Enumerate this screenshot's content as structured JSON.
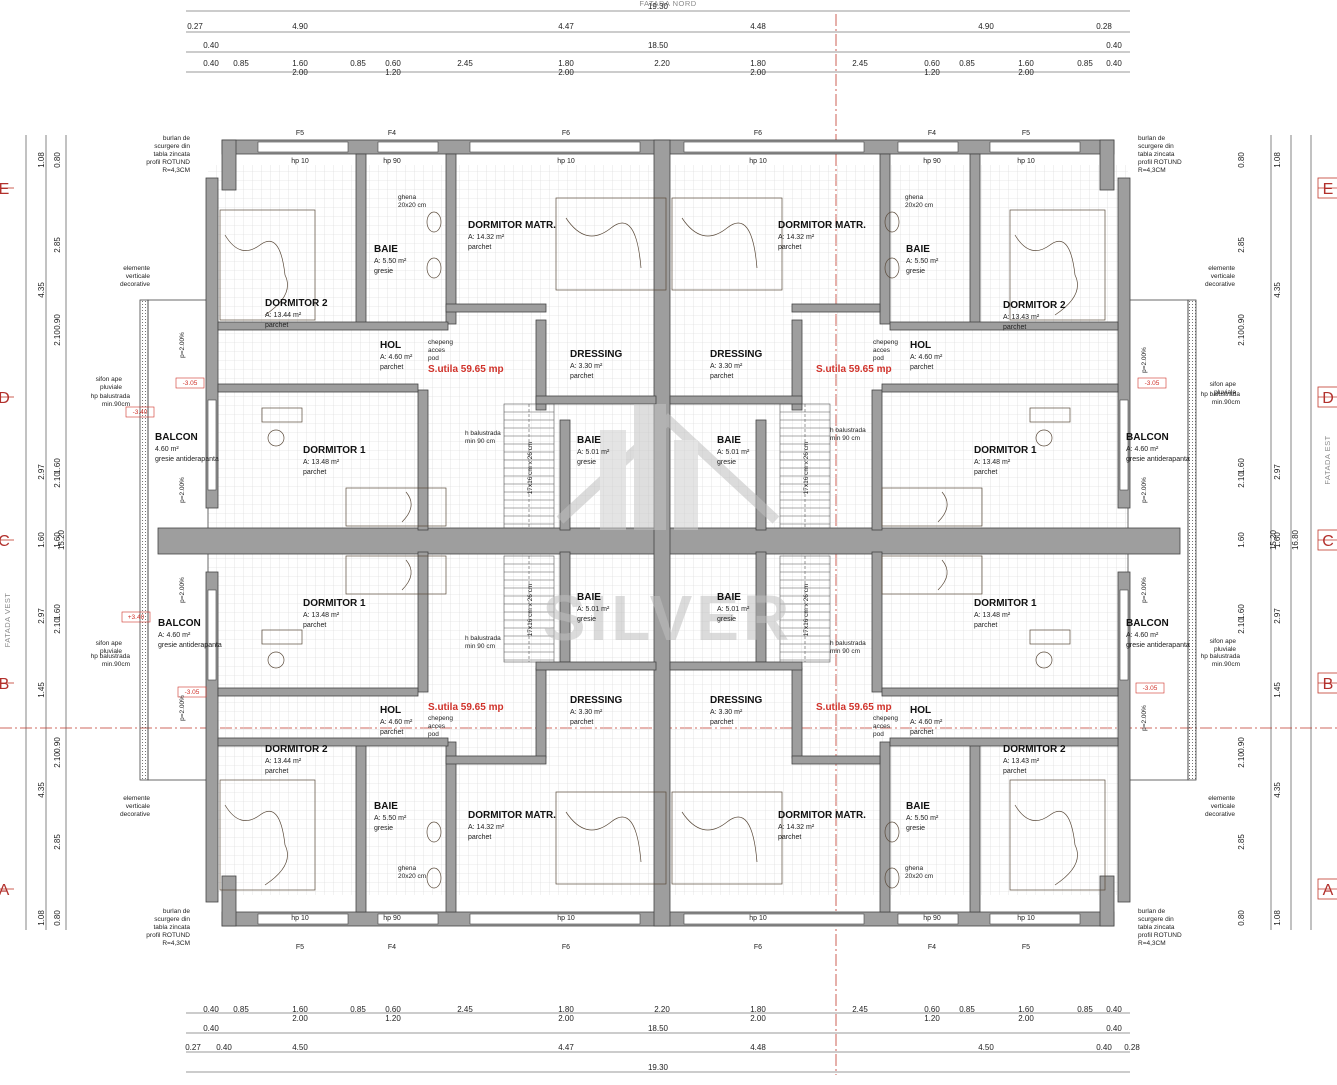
{
  "facades": {
    "north": "FATADA NORD",
    "east": "FATADA EST",
    "west": "FATADA VEST"
  },
  "axes": [
    "E",
    "D",
    "C",
    "B",
    "A"
  ],
  "dims_top": {
    "total": "19.30",
    "row1": [
      "0.27",
      "4.90",
      "4.47",
      "4.48",
      "4.90",
      "0.28"
    ],
    "row2": [
      "0.40",
      "18.50",
      "0.40"
    ],
    "row3a": [
      "0.40",
      "0.85",
      "1.60",
      "0.85",
      "0.60",
      "2.45",
      "1.80",
      "2.20",
      "1.80",
      "2.45",
      "0.60",
      "0.85",
      "1.60",
      "0.85",
      "0.40"
    ],
    "row3b": [
      "2.00",
      "1.20",
      "2.00",
      "2.00",
      "1.20",
      "2.00"
    ]
  },
  "dims_bottom": {
    "total": "19.30",
    "row1": [
      "0.27",
      "0.40",
      "4.50",
      "4.47",
      "4.48",
      "4.50",
      "0.40",
      "0.28"
    ],
    "row2": [
      "0.40",
      "18.50",
      "0.40"
    ],
    "row3a": [
      "0.40",
      "0.85",
      "1.60",
      "0.85",
      "0.60",
      "2.45",
      "1.80",
      "2.20",
      "1.80",
      "2.45",
      "0.60",
      "0.85",
      "1.60",
      "0.85",
      "0.40"
    ],
    "row3b": [
      "2.00",
      "1.20",
      "2.00",
      "2.00",
      "1.20",
      "2.00"
    ]
  },
  "dims_side": {
    "inner": [
      "0.80",
      "2.85",
      "0.90",
      "2.10",
      "1.60",
      "2.10",
      "1.60",
      "1.60",
      "2.10",
      "0.90",
      "2.10",
      "2.85",
      "0.80"
    ],
    "outer": [
      "1.08",
      "4.35",
      "2.97",
      "1.60",
      "2.97",
      "1.45",
      "4.35",
      "1.08"
    ],
    "totals": [
      "15.20",
      "16.80"
    ]
  },
  "rooms": [
    {
      "name": "DORMITOR 2",
      "area": "A: 13.44 m²",
      "finish": "parchet"
    },
    {
      "name": "BAIE",
      "area": "A: 5.50 m²",
      "finish": "gresie"
    },
    {
      "name": "DORMITOR MATR.",
      "area": "A: 14.32 m²",
      "finish": "parchet"
    },
    {
      "name": "DORMITOR MATR.",
      "area": "A: 14.32 m²",
      "finish": "parchet"
    },
    {
      "name": "BAIE",
      "area": "A: 5.50 m²",
      "finish": "gresie"
    },
    {
      "name": "DORMITOR 2",
      "area": "A: 13.43 m²",
      "finish": "parchet"
    },
    {
      "name": "HOL",
      "area": "A: 4.60 m²",
      "finish": "parchet"
    },
    {
      "name": "DRESSING",
      "area": "A: 3.30 m²",
      "finish": "parchet"
    },
    {
      "name": "DRESSING",
      "area": "A: 3.30 m²",
      "finish": "parchet"
    },
    {
      "name": "HOL",
      "area": "A: 4.60 m²",
      "finish": "parchet"
    },
    {
      "name": "BALCON",
      "area": "4.60 m²",
      "finish": "gresie antiderapanta"
    },
    {
      "name": "DORMITOR 1",
      "area": "A: 13.48 m²",
      "finish": "parchet"
    },
    {
      "name": "BAIE",
      "area": "A: 5.01 m²",
      "finish": "gresie"
    },
    {
      "name": "BAIE",
      "area": "A: 5.01 m²",
      "finish": "gresie"
    },
    {
      "name": "DORMITOR 1",
      "area": "A: 13.48 m²",
      "finish": "parchet"
    },
    {
      "name": "BALCON",
      "area": "A: 4.60 m²",
      "finish": "gresie antiderapanta"
    },
    {
      "name": "BALCON",
      "area": "A: 4.60 m²",
      "finish": "gresie antiderapanta"
    },
    {
      "name": "DORMITOR 1",
      "area": "A: 13.48 m²",
      "finish": "parchet"
    },
    {
      "name": "BAIE",
      "area": "A: 5.01 m²",
      "finish": "gresie"
    },
    {
      "name": "BAIE",
      "area": "A: 5.01 m²",
      "finish": "gresie"
    },
    {
      "name": "DORMITOR 1",
      "area": "A: 13.48 m²",
      "finish": "parchet"
    },
    {
      "name": "BALCON",
      "area": "A: 4.60 m²",
      "finish": "gresie antiderapanta"
    },
    {
      "name": "HOL",
      "area": "A: 4.60 m²",
      "finish": "parchet"
    },
    {
      "name": "DRESSING",
      "area": "A: 3.30 m²",
      "finish": "parchet"
    },
    {
      "name": "DRESSING",
      "area": "A: 3.30 m²",
      "finish": "parchet"
    },
    {
      "name": "HOL",
      "area": "A: 4.60 m²",
      "finish": "parchet"
    },
    {
      "name": "DORMITOR 2",
      "area": "A: 13.44 m²",
      "finish": "parchet"
    },
    {
      "name": "BAIE",
      "area": "A: 5.50 m²",
      "finish": "gresie"
    },
    {
      "name": "DORMITOR MATR.",
      "area": "A: 14.32 m²",
      "finish": "parchet"
    },
    {
      "name": "DORMITOR MATR.",
      "area": "A: 14.32 m²",
      "finish": "parchet"
    },
    {
      "name": "BAIE",
      "area": "A: 5.50 m²",
      "finish": "gresie"
    },
    {
      "name": "DORMITOR 2",
      "area": "A: 13.43 m²",
      "finish": "parchet"
    }
  ],
  "usable_area": "S.utila 59.65 mp",
  "notes": {
    "downpipe": [
      "burlan de",
      "scurgere din",
      "tabla zincata",
      "profil ROTUND",
      "R=4,3CM"
    ],
    "decor": [
      "elemente",
      "verticale",
      "decorative"
    ],
    "siphon": [
      "sifon ape",
      "pluviale"
    ],
    "railing": [
      "hp balustrada",
      "min.90cm"
    ],
    "hatch": [
      "chepeng",
      "acces",
      "pod"
    ],
    "ghena": [
      "ghena",
      "20x20 cm"
    ],
    "stair_rail": [
      "h balustrada",
      "min 90 cm"
    ],
    "stair": "17x16 cm x 26 cm"
  },
  "levels": [
    "-3.05",
    "+3.40",
    "-3.40",
    "-3.05"
  ],
  "slope": "p=2.00%",
  "window_tags": [
    "F5",
    "F4",
    "F6",
    "F6",
    "F4",
    "F5"
  ],
  "parapet": [
    "hp 10",
    "hp 90",
    "hp 10",
    "hp 10",
    "hp 90",
    "hp 10"
  ],
  "watermark": "SILVER"
}
